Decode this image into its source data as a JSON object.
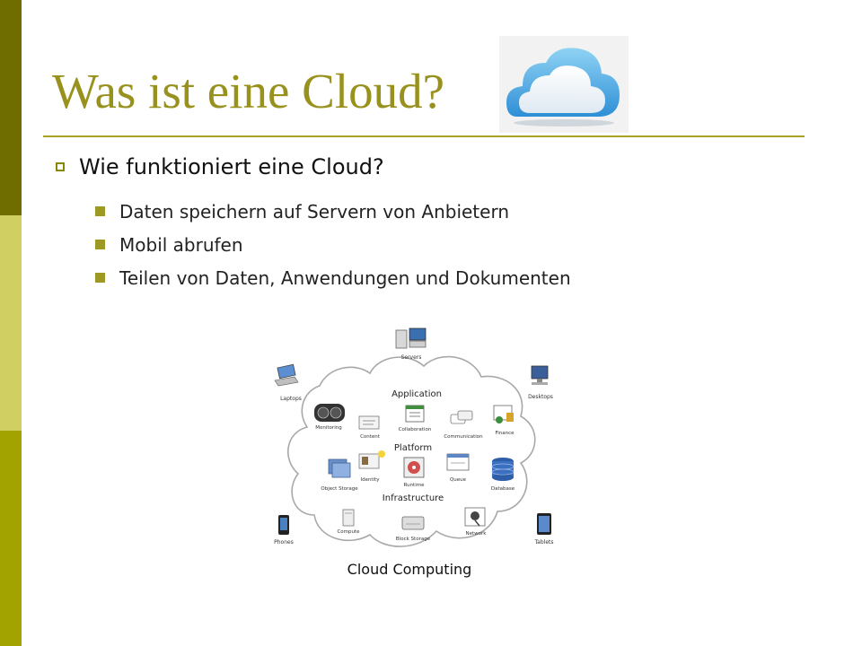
{
  "slide": {
    "title": "Was ist eine Cloud?",
    "colors": {
      "title": "#99911e",
      "accent": "#9c9a22",
      "stripe_dark": "#6f6c00",
      "stripe_light": "#cfcf62",
      "stripe_mid": "#a3a300"
    }
  },
  "bullets": {
    "main": "Wie funktioniert eine Cloud?",
    "sub": [
      "Daten speichern auf Servern von Anbietern",
      "Mobil abrufen",
      "Teilen von Daten, Anwendungen und Dokumenten"
    ]
  },
  "diagram": {
    "caption": "Cloud Computing",
    "layers": {
      "application": "Application",
      "platform": "Platform",
      "infrastructure": "Infrastructure"
    },
    "outside": {
      "servers": "Servers",
      "laptops": "Laptops",
      "desktops": "Desktops",
      "phones": "Phones",
      "tablets": "Tablets"
    },
    "inside": {
      "monitoring": "Monitoring",
      "content": "Content",
      "collaboration": "Collaboration",
      "communication": "Communication",
      "finance": "Finance",
      "identity": "Identity",
      "runtime": "Runtime",
      "queue": "Queue",
      "database": "Database",
      "object_storage": "Object Storage",
      "compute": "Compute",
      "block_storage": "Block Storage",
      "network": "Network"
    }
  }
}
